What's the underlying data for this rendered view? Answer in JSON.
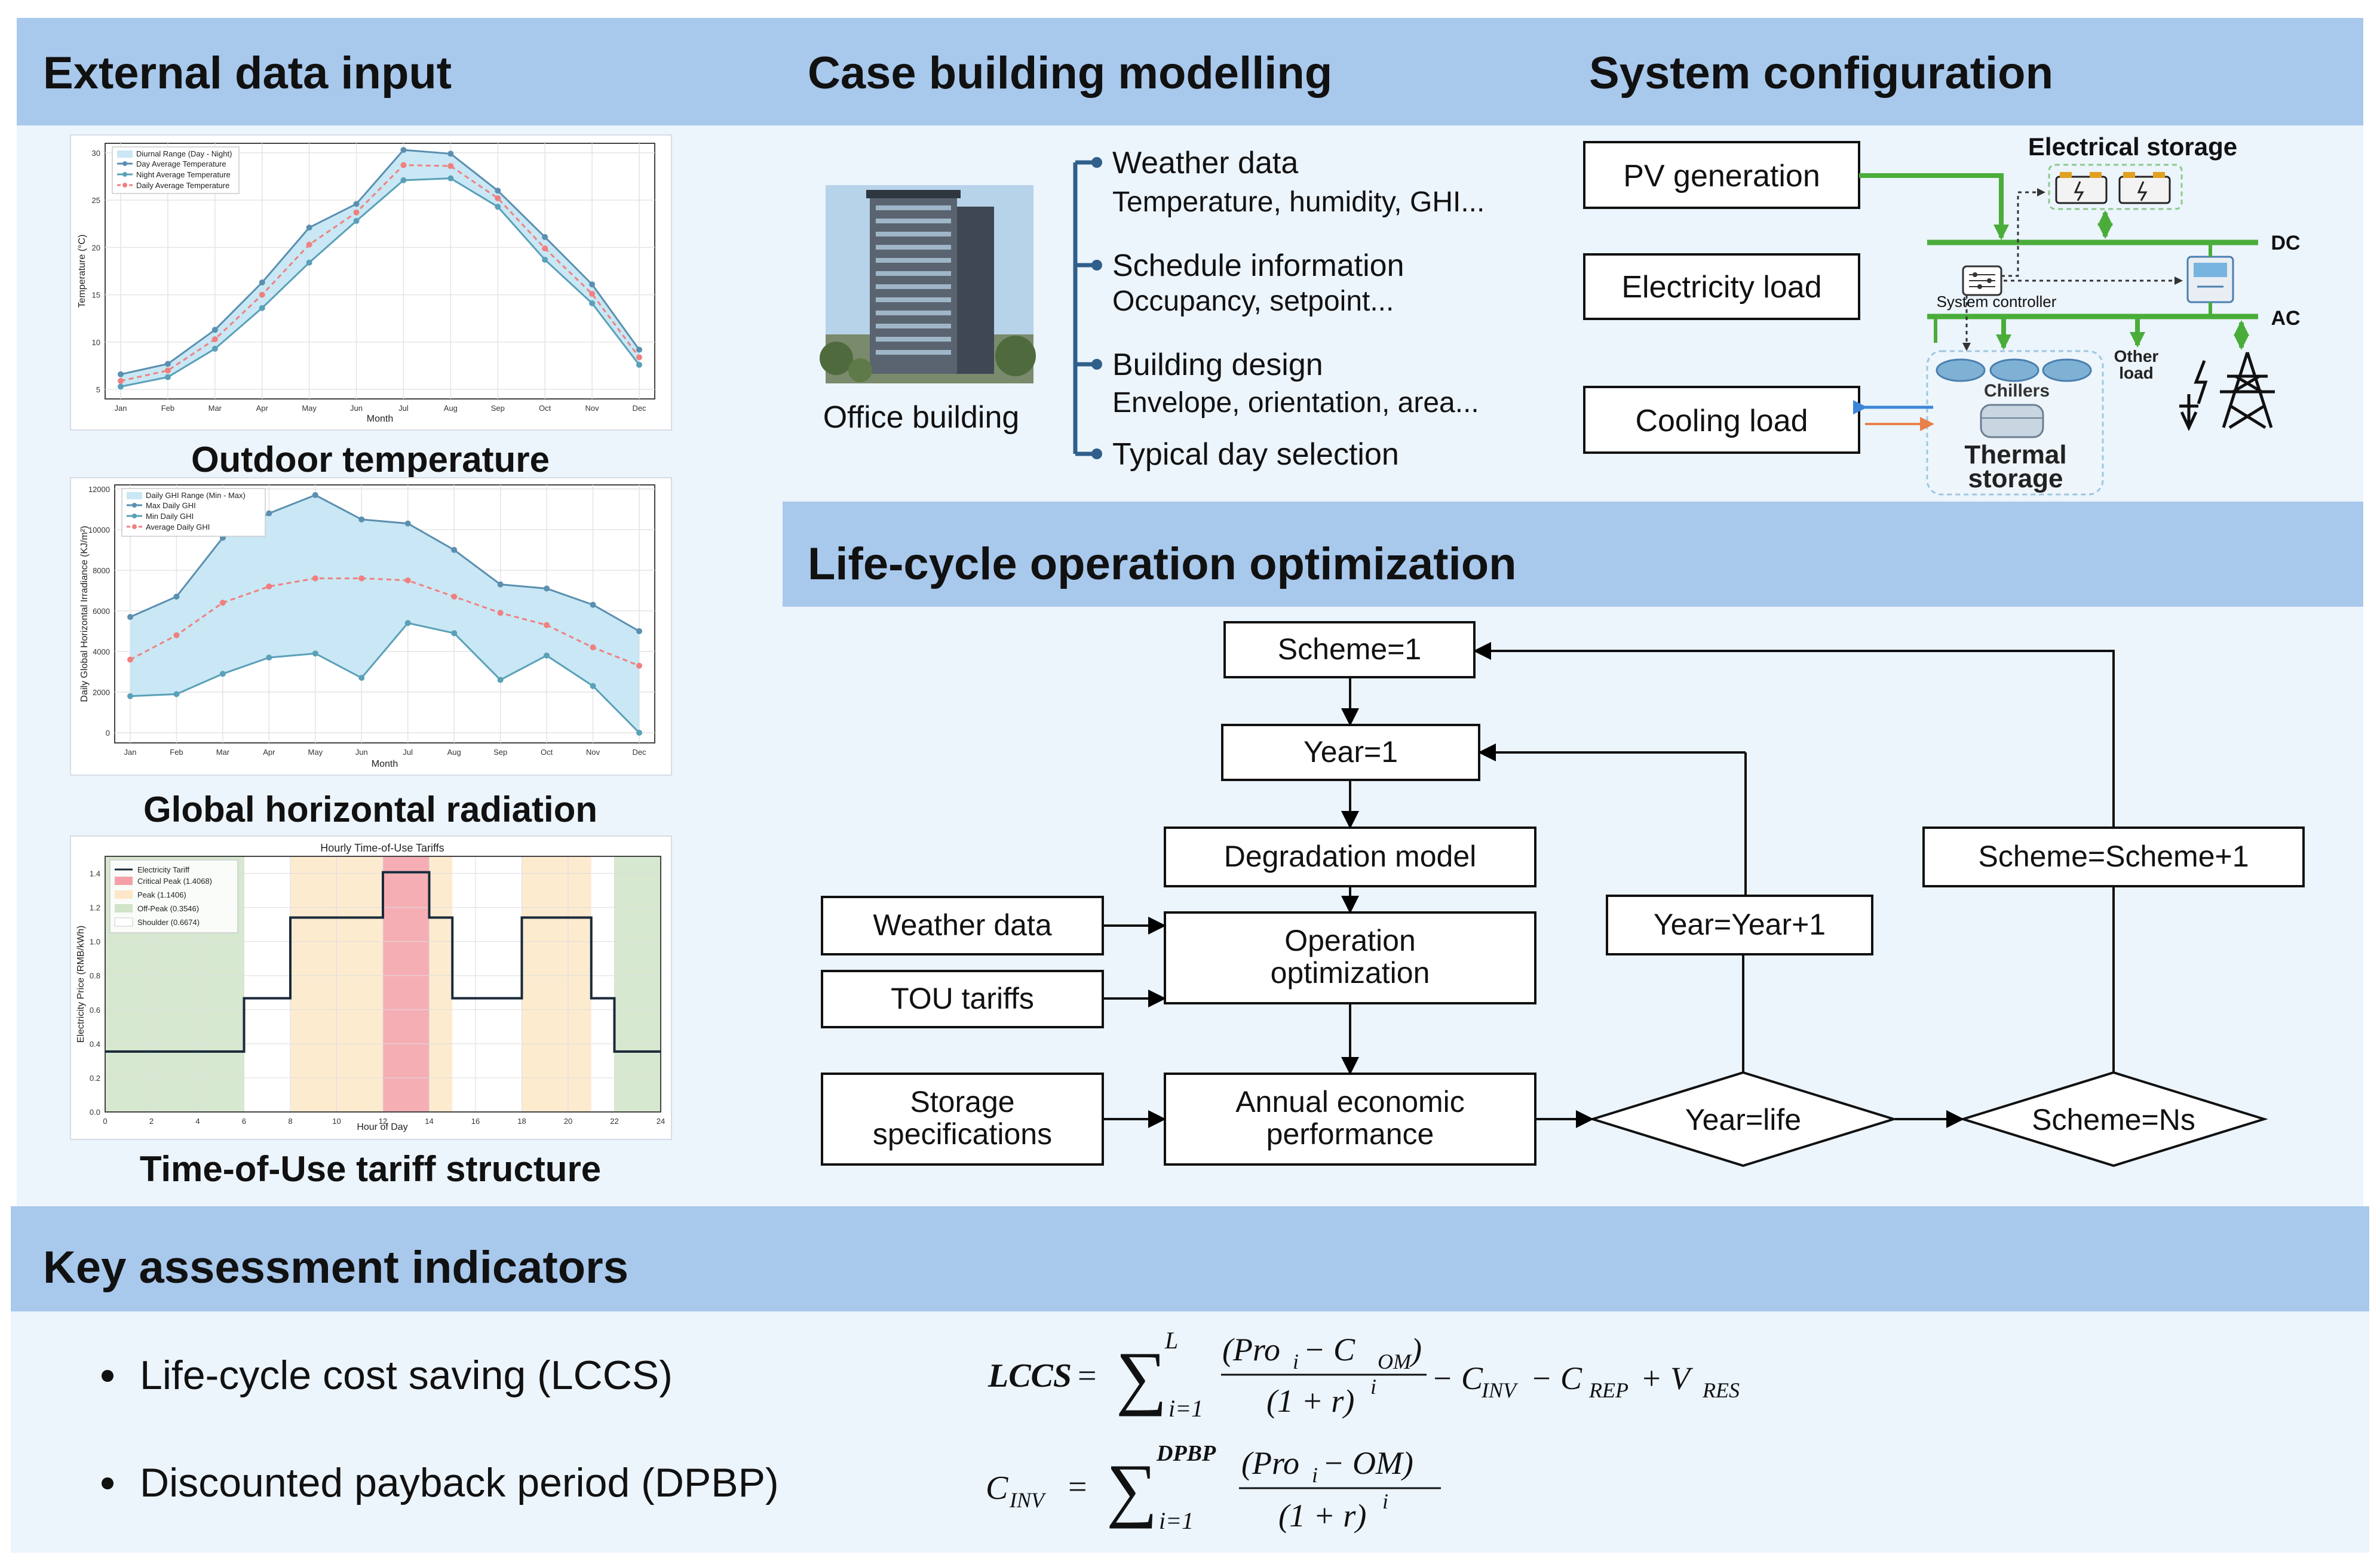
{
  "sections": {
    "external": "External data input",
    "case": "Case building modelling",
    "system": "System configuration",
    "lifecycle": "Life-cycle operation optimization",
    "indicators": "Key assessment indicators"
  },
  "captions": {
    "temp": "Outdoor temperature",
    "ghi": "Global horizontal radiation",
    "tou": "Time-of-Use tariff structure"
  },
  "colors": {
    "header_bg": "#a8c8ec",
    "panel_bg": "#ecf4fc",
    "accent_green": "#4aad3a",
    "accent_blue": "#2f5f8a",
    "temp_line": "#5a8fb0",
    "temp_fill": "#c9e7f4",
    "avg_red": "#f08080"
  },
  "chart_data": [
    {
      "type": "line",
      "xlabel": "Month",
      "ylabel": "Temperature (°C)",
      "categories": [
        "Jan",
        "Feb",
        "Mar",
        "Apr",
        "May",
        "Jun",
        "Jul",
        "Aug",
        "Sep",
        "Oct",
        "Nov",
        "Dec"
      ],
      "yticks": [
        5,
        10,
        15,
        20,
        25,
        30
      ],
      "ylim": [
        4,
        31
      ],
      "legend": [
        "Diurnal Range (Day - Night)",
        "Day Average Temperature",
        "Night Average Temperature",
        "Daily Average Temperature"
      ],
      "series": [
        {
          "name": "Day Average Temperature",
          "values": [
            6.6,
            7.7,
            11.3,
            16.3,
            22.1,
            24.6,
            30.3,
            29.9,
            26.0,
            21.1,
            16.1,
            9.2
          ]
        },
        {
          "name": "Night Average Temperature",
          "values": [
            5.3,
            6.3,
            9.3,
            13.6,
            18.4,
            22.8,
            27.1,
            27.3,
            24.3,
            18.7,
            14.1,
            7.6
          ]
        },
        {
          "name": "Daily Average Temperature",
          "values": [
            5.9,
            7.0,
            10.3,
            15.0,
            20.3,
            23.7,
            28.7,
            28.6,
            25.2,
            19.9,
            15.1,
            8.4
          ]
        }
      ]
    },
    {
      "type": "line",
      "xlabel": "Month",
      "ylabel": "Daily Global Horizontal Irradiance (KJ/m²)",
      "categories": [
        "Jan",
        "Feb",
        "Mar",
        "Apr",
        "May",
        "Jun",
        "Jul",
        "Aug",
        "Sep",
        "Oct",
        "Nov",
        "Dec"
      ],
      "yticks": [
        0,
        2000,
        4000,
        6000,
        8000,
        10000,
        12000
      ],
      "ylim": [
        -500,
        12200
      ],
      "legend": [
        "Daily GHI Range (Min - Max)",
        "Max Daily GHI",
        "Min Daily GHI",
        "Average Daily GHI"
      ],
      "series": [
        {
          "name": "Max Daily GHI",
          "values": [
            5700,
            6700,
            9600,
            10800,
            11700,
            10500,
            10300,
            9000,
            7300,
            7100,
            6300,
            5000
          ]
        },
        {
          "name": "Min Daily GHI",
          "values": [
            1800,
            1900,
            2900,
            3700,
            3900,
            2700,
            5400,
            4900,
            2600,
            3800,
            2300,
            0
          ]
        },
        {
          "name": "Average Daily GHI",
          "values": [
            3600,
            4800,
            6400,
            7200,
            7600,
            7600,
            7500,
            6700,
            5900,
            5300,
            4200,
            3300
          ]
        }
      ]
    },
    {
      "type": "line",
      "title": "Hourly Time-of-Use Tariffs",
      "xlabel": "Hour of Day",
      "ylabel": "Electricity Price (RMB/kWh)",
      "xticks": [
        0,
        2,
        4,
        6,
        8,
        10,
        12,
        14,
        16,
        18,
        20,
        22,
        24
      ],
      "yticks": [
        "0.0",
        "0.2",
        "0.4",
        "0.6",
        "0.8",
        "1.0",
        "1.2",
        "1.4"
      ],
      "ylim": [
        0,
        1.5
      ],
      "legend": [
        "Electricity Tariff",
        "Critical Peak (1.4068)",
        "Peak (1.1406)",
        "Off-Peak (0.3546)",
        "Shoulder (0.6674)"
      ],
      "periods": [
        {
          "type": "offpeak",
          "start": 0,
          "end": 6
        },
        {
          "type": "peak",
          "start": 8,
          "end": 12
        },
        {
          "type": "critical",
          "start": 12,
          "end": 14
        },
        {
          "type": "peak",
          "start": 14,
          "end": 15
        },
        {
          "type": "peak",
          "start": 18,
          "end": 21
        },
        {
          "type": "offpeak",
          "start": 22,
          "end": 24
        }
      ],
      "steps": [
        {
          "start": 0,
          "end": 6,
          "price": 0.3546
        },
        {
          "start": 6,
          "end": 8,
          "price": 0.6674
        },
        {
          "start": 8,
          "end": 12,
          "price": 1.1406
        },
        {
          "start": 12,
          "end": 14,
          "price": 1.4068
        },
        {
          "start": 14,
          "end": 15,
          "price": 1.1406
        },
        {
          "start": 15,
          "end": 18,
          "price": 0.6674
        },
        {
          "start": 18,
          "end": 21,
          "price": 1.1406
        },
        {
          "start": 21,
          "end": 22,
          "price": 0.6674
        },
        {
          "start": 22,
          "end": 24,
          "price": 0.3546
        }
      ]
    }
  ],
  "case": {
    "building_label": "Office building",
    "items": [
      {
        "title": "Weather data",
        "sub": "Temperature, humidity, GHI..."
      },
      {
        "title": "Schedule information",
        "sub": "Occupancy, setpoint..."
      },
      {
        "title": "Building design",
        "sub": "Envelope, orientation, area..."
      },
      {
        "title": "Typical day selection",
        "sub": ""
      }
    ]
  },
  "system": {
    "pv": "PV generation",
    "elec_load": "Electricity load",
    "cool_load": "Cooling load",
    "elec_storage": "Electrical storage",
    "dc": "DC",
    "ac": "AC",
    "controller": "System controller",
    "chillers": "Chillers",
    "other_load": [
      "Other",
      "load"
    ],
    "thermal_storage": [
      "Thermal",
      "storage"
    ]
  },
  "flow": {
    "scheme1": "Scheme=1",
    "year1": "Year=1",
    "degradation": "Degradation model",
    "operation": [
      "Operation",
      "optimization"
    ],
    "annual": [
      "Annual economic",
      "performance"
    ],
    "weather": "Weather data",
    "tou": "TOU tariffs",
    "storage": [
      "Storage",
      "specifications"
    ],
    "year_life": "Year=life",
    "scheme_ns": "Scheme=Ns",
    "year_inc": "Year=Year+1",
    "scheme_inc": "Scheme=Scheme+1"
  },
  "indicators": {
    "items": [
      "Life-cycle cost saving (LCCS)",
      "Discounted payback period (DPBP)"
    ]
  },
  "formulas": {
    "lccs_lhs": "LCCS",
    "eq": "=",
    "sigma": "∑",
    "upper_L": "L",
    "lower_i1": "i=1",
    "upper_dpbp": "DPBP",
    "num1": "(Pro",
    "num1_sub": "i",
    "minus_com": " − C",
    "com_sub": "OM",
    "close_paren": ")",
    "den": "(1 + r)",
    "den_sup": "i",
    "tail": "− C",
    "inv_sub": "INV",
    "tail2": " − C",
    "rep_sub": "REP",
    "tail3": " + V",
    "res_sub": "RES",
    "cinv_lhs": "C",
    "num2": "(Pro",
    "num2_tail": " − OM)"
  }
}
